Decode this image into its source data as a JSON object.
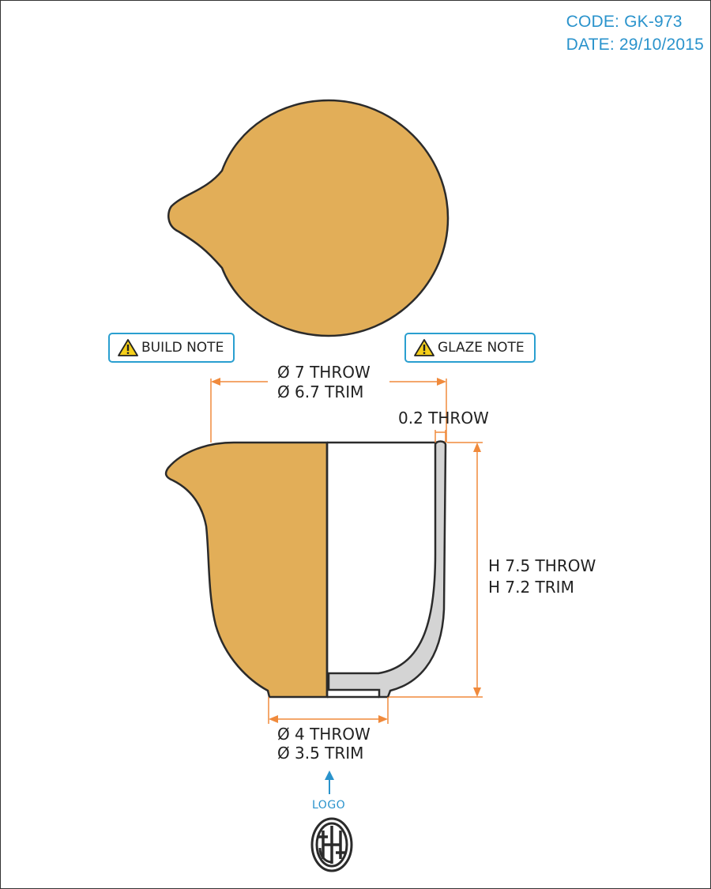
{
  "header": {
    "code": "CODE: GK-973",
    "date": "DATE: 29/10/2015"
  },
  "notes": {
    "build": "BUILD NOTE",
    "glaze": "GLAZE NOTE"
  },
  "dimensions": {
    "rim_diameter_throw": "7 THROW",
    "rim_diameter_trim": "6.7 TRIM",
    "wall_thickness": "0.2 THROW",
    "height_throw": "H 7.5 THROW",
    "height_trim": "H 7.2 TRIM",
    "foot_diameter_throw": "4 THROW",
    "foot_diameter_trim": "3.5 TRIM",
    "diameter_symbol": "Ø"
  },
  "logo": {
    "label": "LOGO"
  },
  "colors": {
    "clay": "#e2ae58",
    "section_wall": "#d4d4d4",
    "dimension_line": "#f08a3c",
    "accent_blue": "#2a93cc",
    "outline": "#2b2b2b"
  },
  "icons": {
    "warning": "warning-triangle-icon",
    "arrow": "arrow-up-icon",
    "stamp": "logo-stamp-icon"
  }
}
